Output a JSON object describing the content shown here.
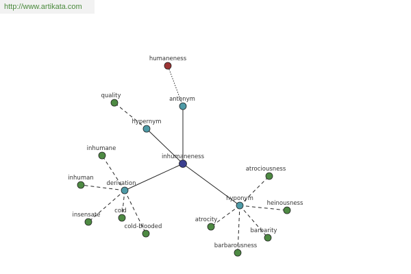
{
  "watermark": {
    "text": "http://www.artikata.com"
  },
  "colors": {
    "center": "#3b3f8f",
    "relation": "#4e9aa6",
    "leaf": "#4e8a43",
    "antonym_word": "#9c3434"
  },
  "graph": {
    "nodes": [
      {
        "id": "inhumaneness",
        "label": "inhumaneness",
        "kind": "center"
      },
      {
        "id": "antonym",
        "label": "antonym",
        "kind": "relation"
      },
      {
        "id": "hypernym",
        "label": "hypernym",
        "kind": "relation"
      },
      {
        "id": "derivation",
        "label": "derivation",
        "kind": "relation"
      },
      {
        "id": "hyponym",
        "label": "hyponym",
        "kind": "relation"
      },
      {
        "id": "humaneness",
        "label": "humaneness",
        "kind": "antonym_word"
      },
      {
        "id": "quality",
        "label": "quality",
        "kind": "leaf"
      },
      {
        "id": "inhumane",
        "label": "inhumane",
        "kind": "leaf"
      },
      {
        "id": "inhuman",
        "label": "inhuman",
        "kind": "leaf"
      },
      {
        "id": "insensate",
        "label": "insensate",
        "kind": "leaf"
      },
      {
        "id": "cold",
        "label": "cold",
        "kind": "leaf"
      },
      {
        "id": "cold-blooded",
        "label": "cold-blooded",
        "kind": "leaf"
      },
      {
        "id": "atrociousness",
        "label": "atrociousness",
        "kind": "leaf"
      },
      {
        "id": "heinousness",
        "label": "heinousness",
        "kind": "leaf"
      },
      {
        "id": "atrocity",
        "label": "atrocity",
        "kind": "leaf"
      },
      {
        "id": "barbarity",
        "label": "barbarity",
        "kind": "leaf"
      },
      {
        "id": "barbarousness",
        "label": "barbarousness",
        "kind": "leaf"
      }
    ],
    "edges": [
      {
        "from": "inhumaneness",
        "to": "antonym",
        "style": "solid"
      },
      {
        "from": "inhumaneness",
        "to": "hypernym",
        "style": "solid"
      },
      {
        "from": "inhumaneness",
        "to": "derivation",
        "style": "solid"
      },
      {
        "from": "inhumaneness",
        "to": "hyponym",
        "style": "solid"
      },
      {
        "from": "antonym",
        "to": "humaneness",
        "style": "dotted"
      },
      {
        "from": "hypernym",
        "to": "quality",
        "style": "dashed"
      },
      {
        "from": "derivation",
        "to": "inhumane",
        "style": "dashed"
      },
      {
        "from": "derivation",
        "to": "inhuman",
        "style": "dashed"
      },
      {
        "from": "derivation",
        "to": "insensate",
        "style": "dashed"
      },
      {
        "from": "derivation",
        "to": "cold",
        "style": "dashed"
      },
      {
        "from": "derivation",
        "to": "cold-blooded",
        "style": "dashed"
      },
      {
        "from": "hyponym",
        "to": "atrociousness",
        "style": "dashed"
      },
      {
        "from": "hyponym",
        "to": "heinousness",
        "style": "dashed"
      },
      {
        "from": "hyponym",
        "to": "atrocity",
        "style": "dashed"
      },
      {
        "from": "hyponym",
        "to": "barbarity",
        "style": "dashed"
      },
      {
        "from": "hyponym",
        "to": "barbarousness",
        "style": "dashed"
      }
    ]
  }
}
